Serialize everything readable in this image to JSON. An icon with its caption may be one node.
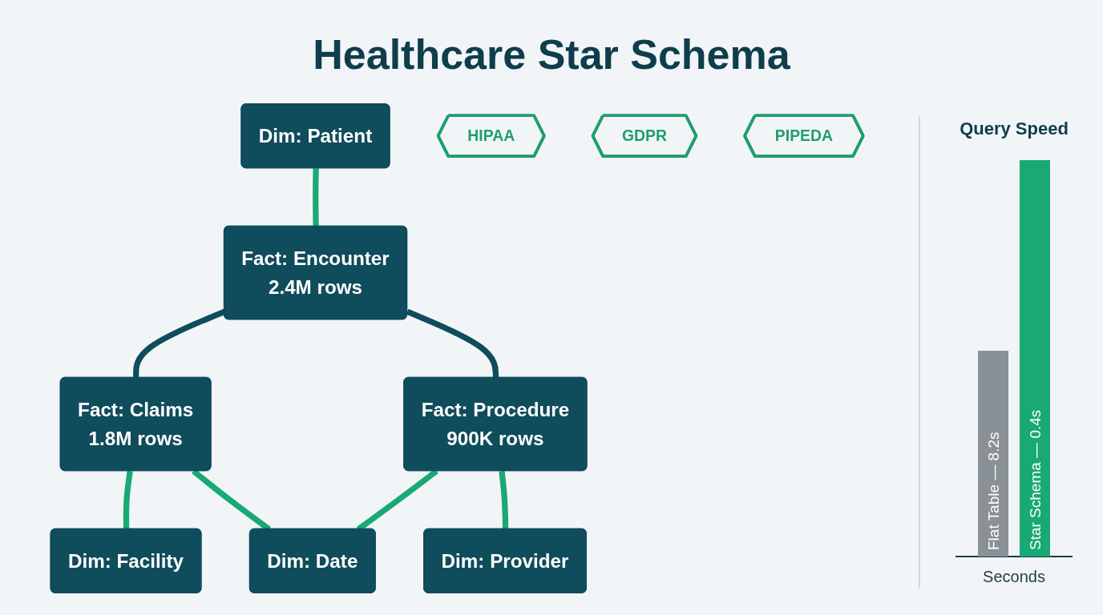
{
  "diagram": {
    "title": "Healthcare Star Schema",
    "nodes": [
      {
        "text": [
          "Dim: Patient"
        ]
      },
      {
        "text": [
          "Fact: Encounter",
          "2.4M rows"
        ]
      },
      {
        "text": [
          "Dim: Facility"
        ]
      },
      {
        "text": [
          "Dim: Provider"
        ]
      },
      {
        "text": [
          "Fact: Claims",
          "1.8M rows"
        ]
      },
      {
        "text": [
          "Fact: Procedure",
          "900K rows"
        ]
      },
      {
        "text": [
          "Dim: Date"
        ]
      },
      {
        "text": [
          "HIPAA"
        ]
      },
      {
        "text": [
          "GDPR"
        ]
      },
      {
        "text": [
          "PIPEDA"
        ]
      }
    ],
    "edges": [
      {
        "from": 0,
        "to": 1,
        "arrow": "none"
      },
      {
        "from": 1,
        "to": 4,
        "arrow": "none",
        "color": "#0f4c5c"
      },
      {
        "from": 1,
        "to": 5,
        "arrow": "none",
        "color": "#0f4c5c"
      },
      {
        "from": 4,
        "to": 2,
        "arrow": "none"
      },
      {
        "from": 5,
        "to": 3,
        "arrow": "none"
      },
      {
        "from": 4,
        "to": 6,
        "arrow": "none"
      },
      {
        "from": 5,
        "to": 6,
        "arrow": "none"
      }
    ],
    "labels": [
      "Query Speed",
      "Flat Table — 8.2s",
      "Star Schema — 0.4s",
      "Seconds"
    ]
  }
}
